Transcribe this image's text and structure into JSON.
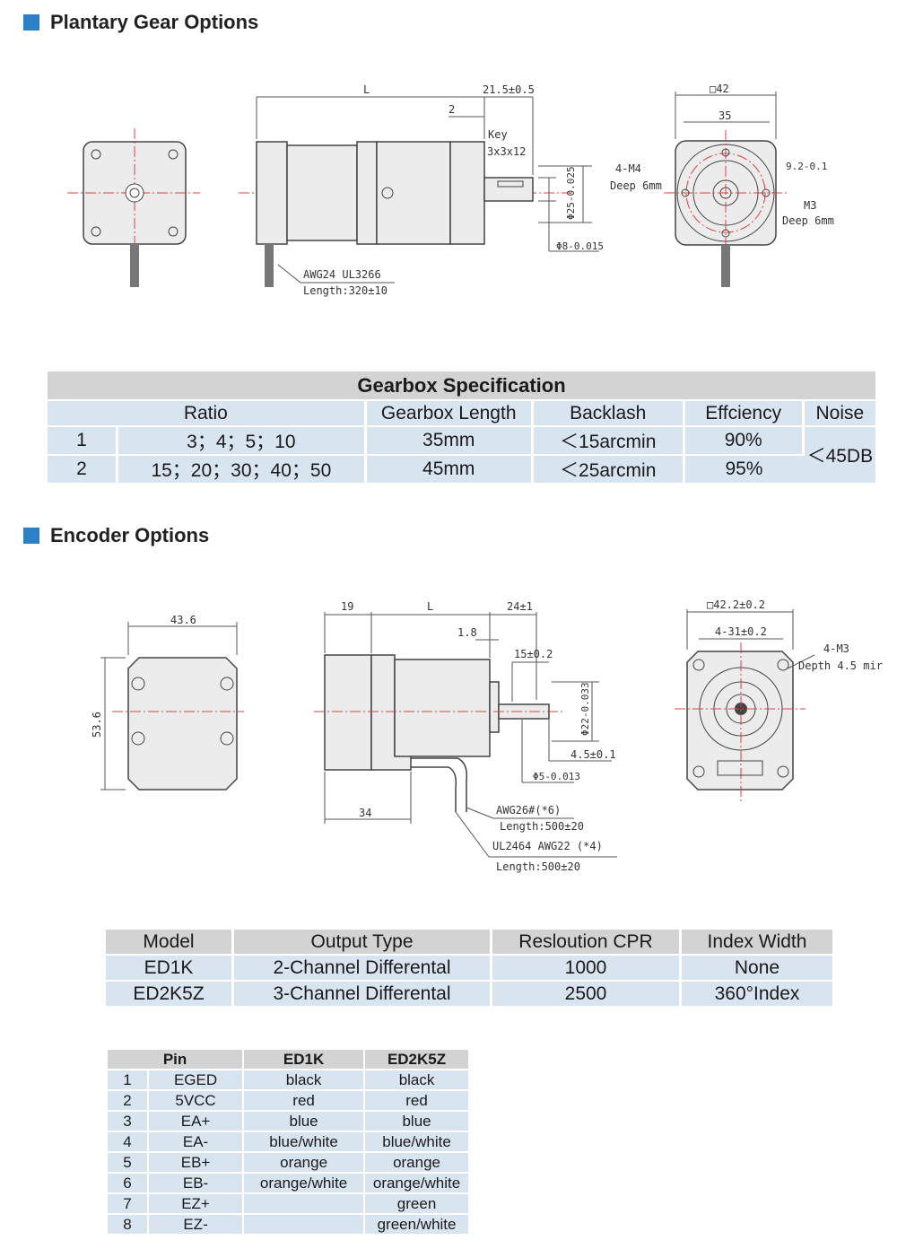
{
  "sections": {
    "planetary_title": "Plantary Gear Options",
    "encoder_title": "Encoder Options"
  },
  "planetary_drawing": {
    "dim_L": "L",
    "dim_21": "21.5±0.5",
    "dim_2": "2",
    "key": "Key",
    "key_size": "3x3x12",
    "dim_25": "Φ25-0.025",
    "dim_8": "Φ8-0.015",
    "cable1": "AWG24 UL3266",
    "cable1_len": "Length:320±10",
    "sq42": "□42",
    "d35": "35",
    "m4": "4-M4",
    "m4_deep": "Deep 6mm",
    "d92": "9.2-0.1",
    "m3": "M3",
    "m3_deep": "Deep 6mm"
  },
  "gearbox_table": {
    "caption": "Gearbox Specification",
    "headers": [
      "Ratio",
      "Gearbox Length",
      "Backlash",
      "Effciency",
      "Noise"
    ],
    "rows": [
      {
        "no": "1",
        "ratio": "3；4；5；10",
        "length": "35mm",
        "backlash": "＜15arcmin",
        "eff": "90%"
      },
      {
        "no": "2",
        "ratio": "15；20；30；40；50",
        "length": "45mm",
        "backlash": "＜25arcmin",
        "eff": "95%"
      }
    ],
    "noise": "＜45DB"
  },
  "encoder_drawing": {
    "w436": "43.6",
    "h536": "53.6",
    "d19": "19",
    "dL": "L",
    "d24": "24±1",
    "d18": "1.8",
    "d15": "15±0.2",
    "d22": "Φ22-0.033",
    "d45": "4.5±0.1",
    "d5": "Φ5-0.013",
    "d34": "34",
    "cable_a": "AWG26#(*6)",
    "cable_a_len": "Length:500±20",
    "cable_b": "UL2464 AWG22 (*4)",
    "cable_b_len": "Length:500±20",
    "sq422": "□42.2±0.2",
    "d31": "4-31±0.2",
    "m3": "4-M3",
    "depth": "Depth 4.5 mir"
  },
  "encoder_table": {
    "headers": [
      "Model",
      "Output Type",
      "Resloution CPR",
      "Index Width"
    ],
    "rows": [
      [
        "ED1K",
        "2-Channel Differental",
        "1000",
        "None"
      ],
      [
        "ED2K5Z",
        "3-Channel Differental",
        "2500",
        "360°Index"
      ]
    ]
  },
  "pin_table": {
    "headers": [
      "Pin",
      "ED1K",
      "ED2K5Z"
    ],
    "rows": [
      [
        "1",
        "EGED",
        "black",
        "black"
      ],
      [
        "2",
        "5VCC",
        "red",
        "red"
      ],
      [
        "3",
        "EA+",
        "blue",
        "blue"
      ],
      [
        "4",
        "EA-",
        "blue/white",
        "blue/white"
      ],
      [
        "5",
        "EB+",
        "orange",
        "orange"
      ],
      [
        "6",
        "EB-",
        "orange/white",
        "orange/white"
      ],
      [
        "7",
        "EZ+",
        "",
        "green"
      ],
      [
        "8",
        "EZ-",
        "",
        "green/white"
      ]
    ]
  },
  "colors": {
    "accent": "#2d7fc6",
    "header_gray": "#d3d3d3",
    "row_blue": "#d8e4f0"
  }
}
